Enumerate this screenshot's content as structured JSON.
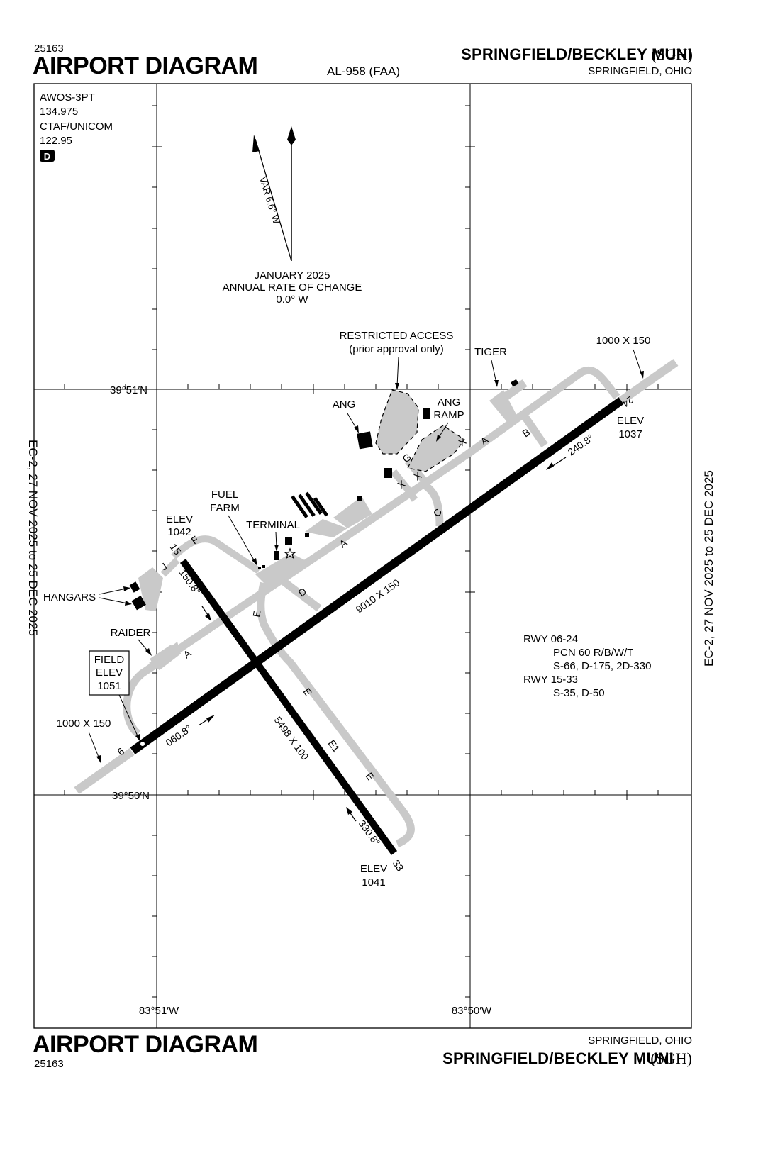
{
  "header": {
    "volume": "25163",
    "title": "AIRPORT DIAGRAM",
    "procedure": "AL-958 (FAA)",
    "airport": "SPRINGFIELD/BECKLEY MUNI",
    "ident": "(SGH)",
    "city": "SPRINGFIELD, OHIO"
  },
  "footer": {
    "volume": "25163",
    "title": "AIRPORT DIAGRAM",
    "airport": "SPRINGFIELD/BECKLEY MUNI",
    "ident": "(SGH)",
    "city": "SPRINGFIELD, OHIO"
  },
  "side": {
    "left": "EC-2, 27 NOV 2025 to 25 DEC 2025",
    "right": "EC-2, 27 NOV 2025 to 25 DEC 2025"
  },
  "comms": {
    "awos": "AWOS-3PT",
    "awos_freq": "134.975",
    "ctaf": "CTAF/UNICOM",
    "ctaf_freq": "122.95",
    "class_badge": "D"
  },
  "magnetic": {
    "var_label": "VAR 6.6° W",
    "date": "JANUARY 2025",
    "rate_label": "ANNUAL RATE OF CHANGE",
    "rate": "0.0° W"
  },
  "coords": {
    "lat_north": "39°51′N",
    "lat_south": "39°50′N",
    "lon_west": "83°51′W",
    "lon_east": "83°50′W"
  },
  "labels": {
    "restricted_1": "RESTRICTED ACCESS",
    "restricted_2": "(prior approval only)",
    "tiger": "TIGER",
    "dim_24": "1000 X 150",
    "dim_6": "1000 X 150",
    "ang": "ANG",
    "ang_ramp_1": "ANG",
    "ang_ramp_2": "RAMP",
    "elev_label": "ELEV",
    "elev_24": "1037",
    "elev_15": "1042",
    "elev_33": "1041",
    "fuel_1": "FUEL",
    "fuel_2": "FARM",
    "terminal": "TERMINAL",
    "hangars": "HANGARS",
    "raider": "RAIDER",
    "field_1": "FIELD",
    "field_2": "ELEV",
    "field_3": "1051",
    "rwy_main_dim": "9010 X 150",
    "rwy_cross_dim": "5498 X 100",
    "hdg_240": "240.8°",
    "hdg_060": "060.8°",
    "hdg_150": "150.8°",
    "hdg_330": "330.8°"
  },
  "runway_ends": {
    "r6": "6",
    "r24": "24",
    "r15": "15",
    "r33": "33"
  },
  "taxiways": {
    "a": "A",
    "b": "B",
    "c": "C",
    "d": "D",
    "e": "E",
    "e1": "E1",
    "f": "F",
    "g": "G",
    "j": "J",
    "x": "X"
  },
  "rwy_info": {
    "rwy1": "RWY 06-24",
    "rwy1_pcn": "PCN 60 R/B/W/T",
    "rwy1_weights": "S-66, D-175, 2D-330",
    "rwy2": "RWY 15-33",
    "rwy2_weights": "S-35, D-50"
  },
  "colors": {
    "runway": "#000000",
    "taxiway": "#c9c9c9",
    "apron": "#c9c9c9",
    "frame": "#000000"
  }
}
